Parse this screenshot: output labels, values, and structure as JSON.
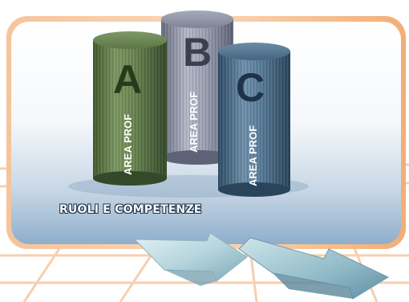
{
  "diagram": {
    "caption": "RUOLI E COMPETENZE",
    "cylinders": [
      {
        "letter": "A",
        "label": "AREA PROF",
        "color": "#5f7a45"
      },
      {
        "letter": "B",
        "label": "AREA PROF",
        "color": "#8d93a6"
      },
      {
        "letter": "C",
        "label": "AREA PROF",
        "color": "#4d6e8a"
      }
    ],
    "colors": {
      "frame": "#f3b07a",
      "panel_top": "#ffffff",
      "panel_bottom": "#9fb8cf",
      "arrow": "#a9c9d4"
    },
    "icons": [
      "left-arrow-icon",
      "right-arrow-icon"
    ]
  }
}
